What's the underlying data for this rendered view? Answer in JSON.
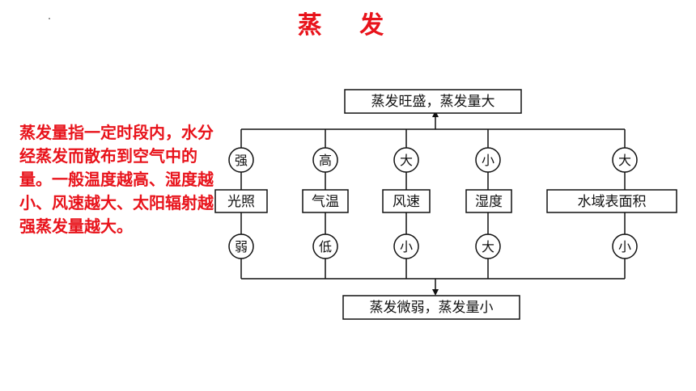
{
  "title": "蒸 发",
  "description": "蒸发量指一定时段内，水分经蒸发而散布到空气中的量。一般温度越高、湿度越小、风速越大、太阳辐射越强蒸发量越大。",
  "diagram": {
    "top_box": "蒸发旺盛，蒸发量大",
    "bottom_box": "蒸发微弱，蒸发量小",
    "factors": [
      {
        "label": "光照",
        "top": "强",
        "bottom": "弱"
      },
      {
        "label": "气温",
        "top": "高",
        "bottom": "低"
      },
      {
        "label": "风速",
        "top": "大",
        "bottom": "小"
      },
      {
        "label": "湿度",
        "top": "小",
        "bottom": "大"
      },
      {
        "label": "水域表面积",
        "top": "大",
        "bottom": "小"
      }
    ]
  }
}
